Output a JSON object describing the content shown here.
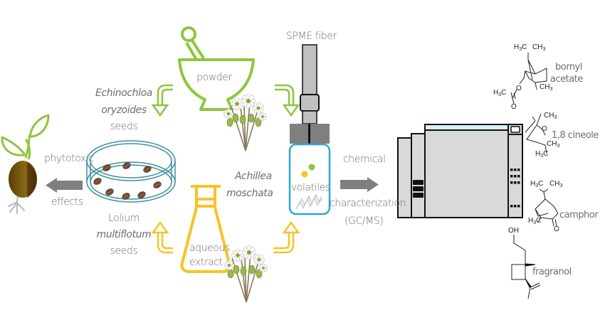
{
  "diagram": {
    "title": "Phytotoxic effects and chemical characterization of Achillea moschata",
    "plant": {
      "name_line1": "Achillea",
      "name_line2": "moschata"
    },
    "preparations": {
      "powder": "powder",
      "aqueous_extract_line1": "aqueous",
      "aqueous_extract_line2": "extract"
    },
    "target_seeds": {
      "top": {
        "genus": "Echinochloa",
        "species": "oryzoides",
        "suffix": "seeds"
      },
      "bottom": {
        "genus": "Lolium",
        "species": "multiflotum",
        "suffix": "seeds"
      }
    },
    "effect": {
      "line1": "phytotoxic",
      "line2": "effects"
    },
    "spme": {
      "fiber_label": "SPME fiber",
      "vial_label": "volatiles"
    },
    "analysis": {
      "line1": "chemical",
      "line2": "characterization",
      "line3": "(GC/MS)"
    },
    "compounds": [
      {
        "name_line1": "bornyl",
        "name_line2": "acetate"
      },
      {
        "name_line1": "1,8 cineole",
        "name_line2": ""
      },
      {
        "name_line1": "camphor",
        "name_line2": ""
      },
      {
        "name_line1": "fragranol",
        "name_line2": ""
      }
    ],
    "atom_labels": {
      "h3c": "H3C",
      "ch3": "CH3",
      "o": "O",
      "oh": "OH"
    },
    "colors": {
      "powder_green": "#8dc63f",
      "extract_yellow": "#f7c325",
      "petri_teal": "#3d8fa0",
      "vial_blue": "#29a8d8",
      "arrow_gray": "#7f7f7f",
      "text_gray": "#6e6e6e",
      "instrument_fill": "#d9d9d9",
      "instrument_top": "#d6eef4",
      "seed_brown": "#6b4a34",
      "sprout_seed": "#6b4a10"
    }
  }
}
